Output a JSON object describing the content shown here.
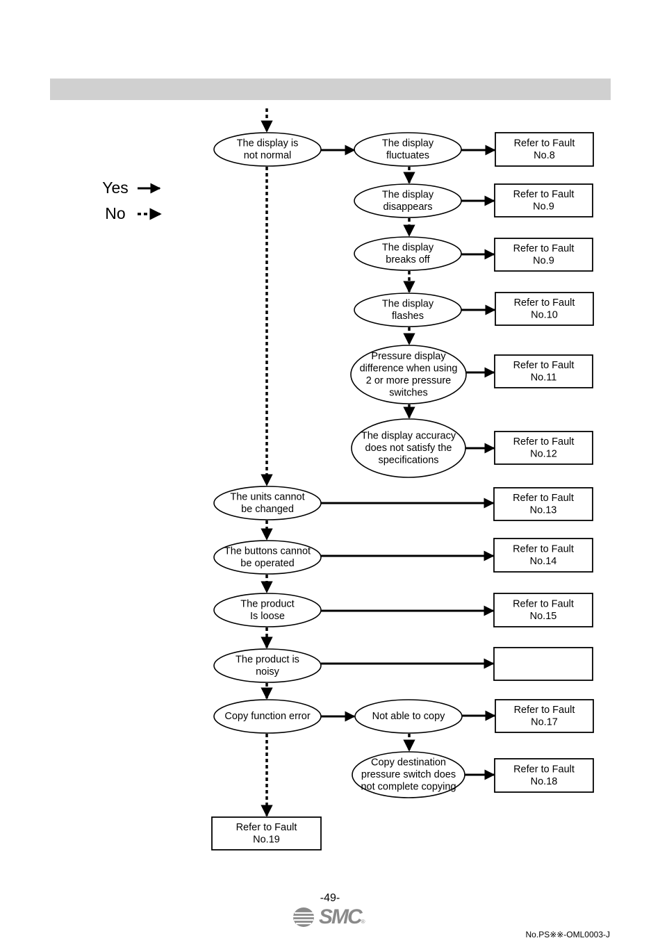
{
  "legend": {
    "yes_label": "Yes",
    "no_label": "No"
  },
  "nodes": {
    "display_not_normal": [
      "The display is",
      "not normal"
    ],
    "display_fluctuates": [
      "The display",
      "fluctuates"
    ],
    "display_disappears": [
      "The display",
      "disappears"
    ],
    "display_breaks_off": [
      "The display",
      "breaks off"
    ],
    "display_flashes": [
      "The display",
      "flashes"
    ],
    "pressure_difference": [
      "Pressure display",
      "difference when using",
      "2 or more pressure",
      "switches"
    ],
    "accuracy": [
      "The display accuracy",
      "does not satisfy the",
      "specifications"
    ],
    "units_cannot_change": [
      "The units cannot",
      "be changed"
    ],
    "buttons_cannot_operate": [
      "The buttons cannot",
      "be operated"
    ],
    "product_loose": [
      "The product",
      "Is loose"
    ],
    "product_noisy": [
      "The product is",
      "noisy"
    ],
    "copy_error": [
      "Copy function error"
    ],
    "not_able_to_copy": [
      "Not able to copy"
    ],
    "copy_incomplete": [
      "Copy destination",
      "pressure switch does",
      "not complete copying"
    ]
  },
  "faults": {
    "fault_8": [
      "Refer to Fault",
      "No.8"
    ],
    "fault_9a": [
      "Refer to Fault",
      "No.9"
    ],
    "fault_9b": [
      "Refer to Fault",
      "No.9"
    ],
    "fault_10": [
      "Refer to Fault",
      "No.10"
    ],
    "fault_11": [
      "Refer to Fault",
      "No.11"
    ],
    "fault_12": [
      "Refer to Fault",
      "No.12"
    ],
    "fault_13": [
      "Refer to Fault",
      "No.13"
    ],
    "fault_14": [
      "Refer to Fault",
      "No.14"
    ],
    "fault_15": [
      "Refer to Fault",
      "No.15"
    ],
    "fault_noisy": [],
    "fault_17": [
      "Refer to Fault",
      "No.17"
    ],
    "fault_18": [
      "Refer to Fault",
      "No.18"
    ],
    "fault_19": [
      "Refer to Fault",
      "No.19"
    ]
  },
  "footer": {
    "page_number": "-49-",
    "logo_text": "SMC",
    "logo_mark": "®",
    "doc_number": "No.PS※※-OML0003-J"
  }
}
